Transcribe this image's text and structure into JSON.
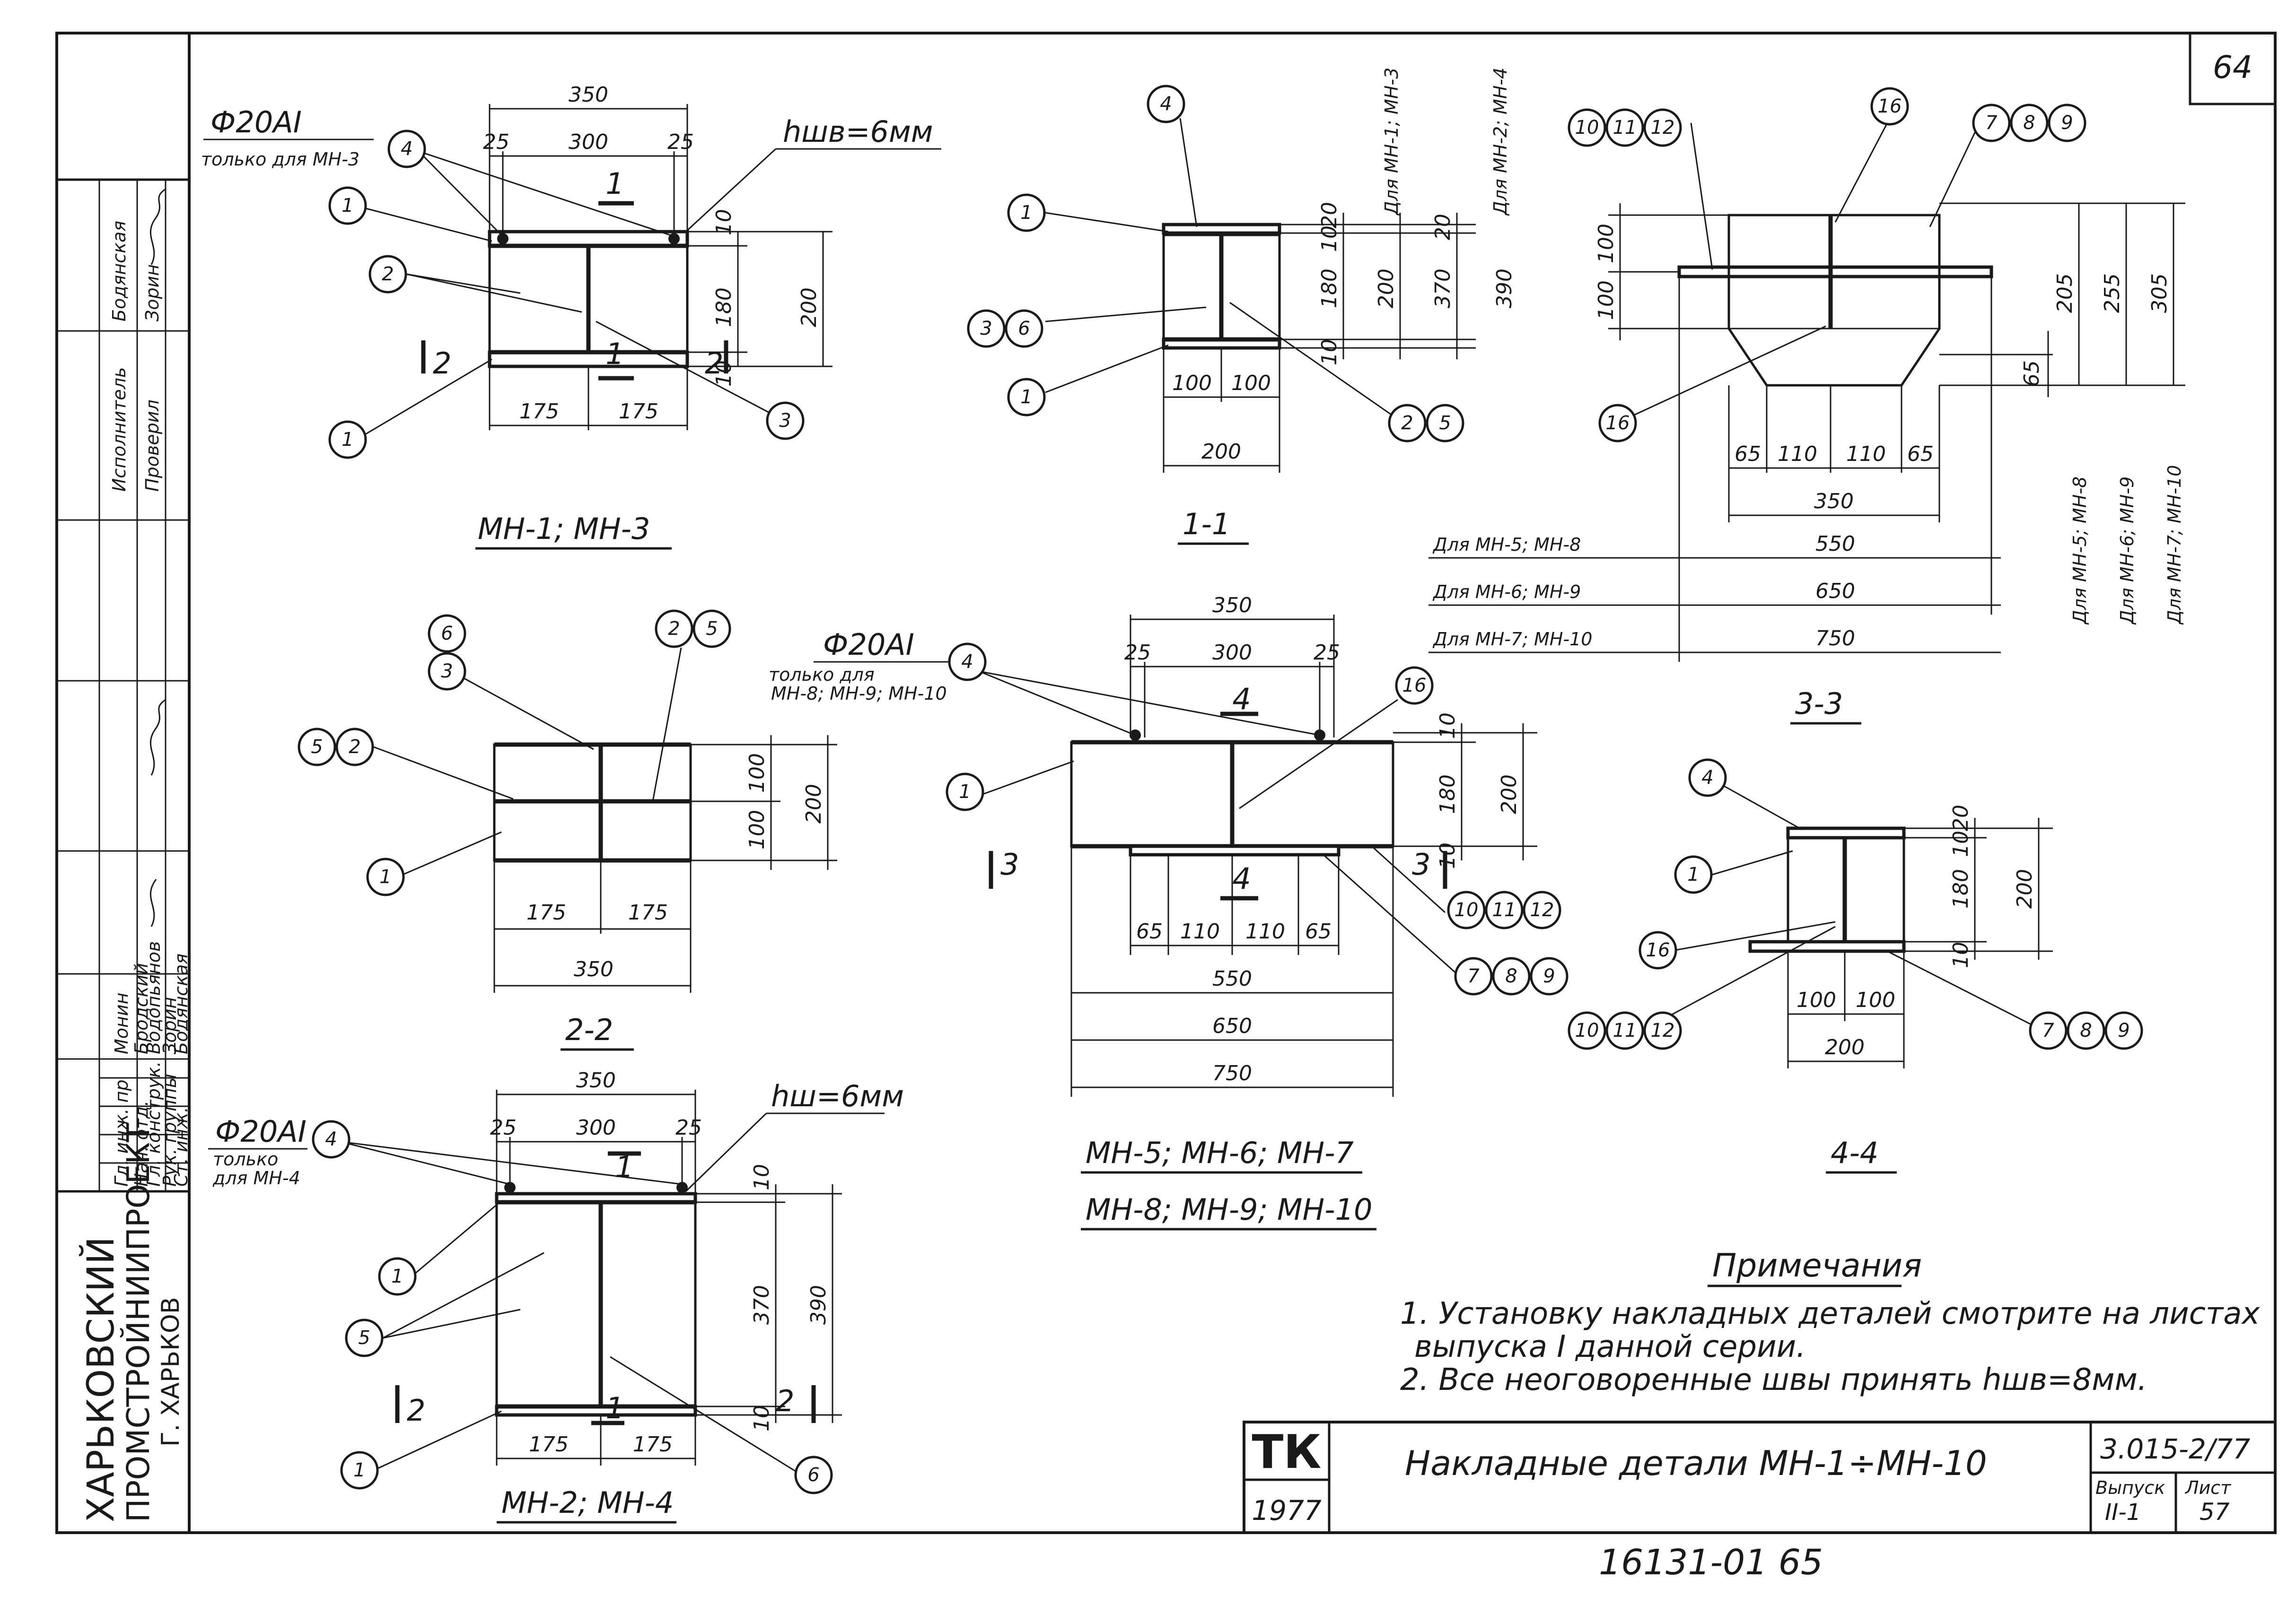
{
  "sheet_number": "64",
  "org_stamp": {
    "line1": "ХАРЬКОВСКИЙ",
    "line2": "ПРОМСТРОЙНИИПРОЕКТ",
    "line3": "Г. ХАРЬКОВ"
  },
  "signature_block": {
    "roles": [
      "Гл. инж. пр",
      "Нач. отд.",
      "Гл. конструк.",
      "Рук. группы",
      "Ст. инж."
    ],
    "names": [
      "Монин",
      "Бродский",
      "Водопьянов",
      "Зорин",
      "Бодянская"
    ],
    "extra": [
      "Исполнитель",
      "Проверил",
      "Бодянская",
      "Зорин"
    ]
  },
  "views": {
    "mn13": {
      "title": "МН-1; МН-3",
      "bar_note": "Ф20АI",
      "bar_note2": "только для МН-3",
      "weld_note": "hшв=6мм",
      "dims": {
        "total": "350",
        "edge_l": "25",
        "mid": "300",
        "edge_r": "25",
        "half_l": "175",
        "half_r": "175",
        "height": "200",
        "inner": "180",
        "top": "10",
        "bot": "10"
      },
      "section_marks": {
        "top": "1",
        "bottom": "1",
        "left": "2",
        "right": "2"
      }
    },
    "s11": {
      "title": "1-1",
      "note_a": "Для МН-1; МН-3",
      "note_b": "Для МН-2; МН-4",
      "dims": {
        "w": "200",
        "half_l": "100",
        "half_r": "100",
        "top20": "20",
        "top10": "10",
        "h180": "180",
        "h200": "200",
        "h370": "370",
        "h390": "390",
        "b10": "10",
        "b10b": "10",
        "s20": "20"
      }
    },
    "s33": {
      "title": "3-3",
      "dims": {
        "h100a": "100",
        "h100b": "100",
        "h205": "205",
        "h255": "255",
        "h305": "305",
        "c65": "65",
        "b65l": "65",
        "b110l": "110",
        "b110r": "110",
        "b65r": "65",
        "w350": "350",
        "l550": "550",
        "l650": "650",
        "l750": "750"
      },
      "rows": [
        "Для МН-5; МН-8",
        "Для МН-6; МН-9",
        "Для МН-7; МН-10"
      ],
      "vert": [
        "Для МН-5; МН-8",
        "Для МН-6; МН-9",
        "Для МН-7; МН-10"
      ]
    },
    "s22": {
      "title": "2-2",
      "dims": {
        "half_l": "175",
        "half_r": "175",
        "total": "350",
        "h100a": "100",
        "h100b": "100",
        "h200": "200"
      }
    },
    "mn5": {
      "title1": "МН-5; МН-6; МН-7",
      "title2": "МН-8; МН-9; МН-10",
      "bar_note": "Ф20АI",
      "bar_note2": "только для",
      "bar_note3": "МН-8; МН-9; МН-10",
      "dims": {
        "total": "350",
        "edge_l": "25",
        "mid": "300",
        "edge_r": "25",
        "b65l": "65",
        "b110l": "110",
        "b110r": "110",
        "b65r": "65",
        "l550": "550",
        "l650": "650",
        "l750": "750",
        "h180": "180",
        "h200": "200",
        "t10": "10",
        "b10": "10"
      },
      "section_marks": {
        "top": "4",
        "bottom": "4",
        "left": "3",
        "right": "3"
      }
    },
    "s44": {
      "title": "4-4",
      "dims": {
        "half_l": "100",
        "half_r": "100",
        "w": "200",
        "h180": "180",
        "h200": "200",
        "t20": "20",
        "t10": "10",
        "b10": "10"
      }
    },
    "mn24": {
      "title": "МН-2; МН-4",
      "bar_note": "Ф20АI",
      "bar_note2": "только",
      "bar_note3": "для МН-4",
      "weld_note": "hш=6мм",
      "dims": {
        "total": "350",
        "edge_l": "25",
        "mid": "300",
        "edge_r": "25",
        "half_l": "175",
        "half_r": "175",
        "h370": "370",
        "h390": "390",
        "t10": "10",
        "b10": "10"
      },
      "section_marks": {
        "top": "1",
        "bottom": "1",
        "left": "2",
        "right": "2"
      }
    }
  },
  "notes": {
    "heading": "Примечания",
    "lines": [
      "1. Установку накладных деталей смотрите на листах",
      "выпуска I данной серии.",
      "2. Все неоговоренные швы принять hшв=8мм."
    ]
  },
  "title_block": {
    "logo": "ТК",
    "year": "1977",
    "title": "Накладные детали МН-1÷МН-10",
    "series": "3.015-2/77",
    "issue_label": "Выпуск",
    "issue": "II-1",
    "sheet_label": "Лист",
    "sheet": "57"
  },
  "archive_number": "16131-01  65"
}
